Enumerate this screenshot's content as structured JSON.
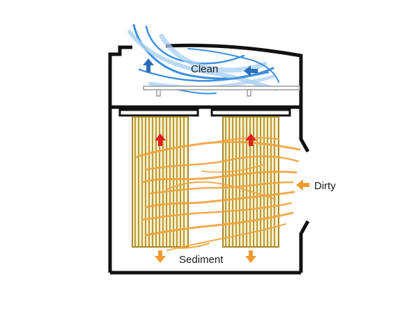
{
  "labels": {
    "clean": "Clean",
    "dirty": "Dirty",
    "sediment": "Sediment"
  },
  "colors": {
    "housing": "#111111",
    "clean_air": "#3d8fe0",
    "clean_air_light": "#a9d0f5",
    "clean_arrow": "#2a6db8",
    "dirty_air": "#f0a23a",
    "dirty_arrow": "#f29a2e",
    "filter_up_arrow": "#e02020",
    "filter_stripe": "#b89a3a",
    "filter_bg": "#f7efc8",
    "tray": "#9a9a9a"
  },
  "icons": {
    "clean_outlet": "arrow-up-icon",
    "clean_inlet": "arrow-left-icon",
    "dirty_inlet": "arrow-left-icon",
    "filter_flow": "arrow-up-icon",
    "sediment_drop": "arrow-down-icon"
  }
}
